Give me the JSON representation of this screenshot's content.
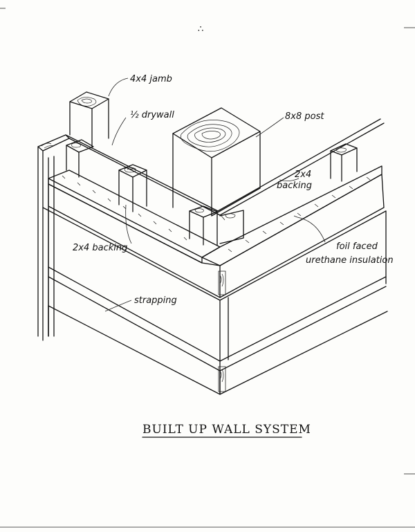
{
  "title": "BUILT UP WALL SYSTEM",
  "labels": {
    "jamb": "4x4 jamb",
    "drywall": "½ drywall",
    "post": "8x8 post",
    "backing_right_1": "2x4",
    "backing_right_2": "backing",
    "backing_left": "2x4 backing",
    "insulation_1": "foil faced",
    "insulation_2": "urethane insulation",
    "strapping": "strapping"
  },
  "mark": "∴"
}
